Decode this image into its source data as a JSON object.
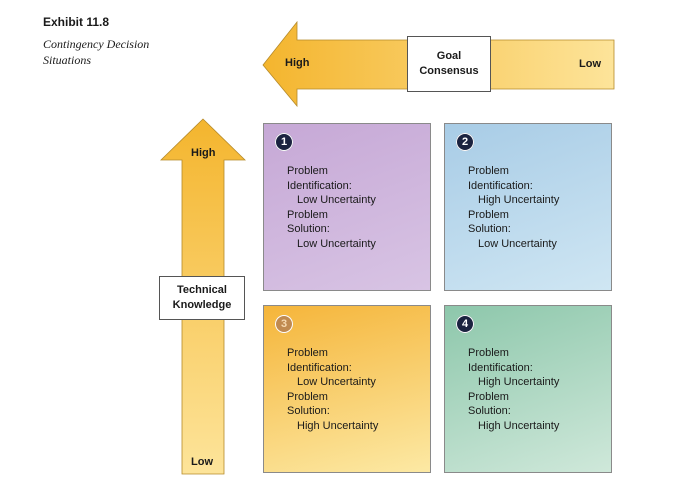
{
  "exhibit": {
    "label": "Exhibit 11.8",
    "title_line1": "Contingency Decision",
    "title_line2": "Situations"
  },
  "goal_axis": {
    "label_line1": "Goal",
    "label_line2": "Consensus",
    "high": "High",
    "low": "Low",
    "color": "#f7c23a"
  },
  "tech_axis": {
    "label_line1": "Technical",
    "label_line2": "Knowledge",
    "high": "High",
    "low": "Low",
    "color": "#f7c23a"
  },
  "quadrants": [
    {
      "number": "1",
      "color": "#c6a8d6",
      "problem_id_label": "Problem",
      "problem_id_sub": "Identification:",
      "problem_id_value": "Low Uncertainty",
      "solution_label": "Problem",
      "solution_sub": "Solution:",
      "solution_value": "Low Uncertainty"
    },
    {
      "number": "2",
      "color": "#a8cce6",
      "problem_id_label": "Problem",
      "problem_id_sub": "Identification:",
      "problem_id_value": "High Uncertainty",
      "solution_label": "Problem",
      "solution_sub": "Solution:",
      "solution_value": "Low Uncertainty"
    },
    {
      "number": "3",
      "color": "#f5b53a",
      "problem_id_label": "Problem",
      "problem_id_sub": "Identification:",
      "problem_id_value": "Low Uncertainty",
      "solution_label": "Problem",
      "solution_sub": "Solution:",
      "solution_value": "High Uncertainty"
    },
    {
      "number": "4",
      "color": "#8dc7ab",
      "problem_id_label": "Problem",
      "problem_id_sub": "Identification:",
      "problem_id_value": "High Uncertainty",
      "solution_label": "Problem",
      "solution_sub": "Solution:",
      "solution_value": "High Uncertainty"
    }
  ]
}
